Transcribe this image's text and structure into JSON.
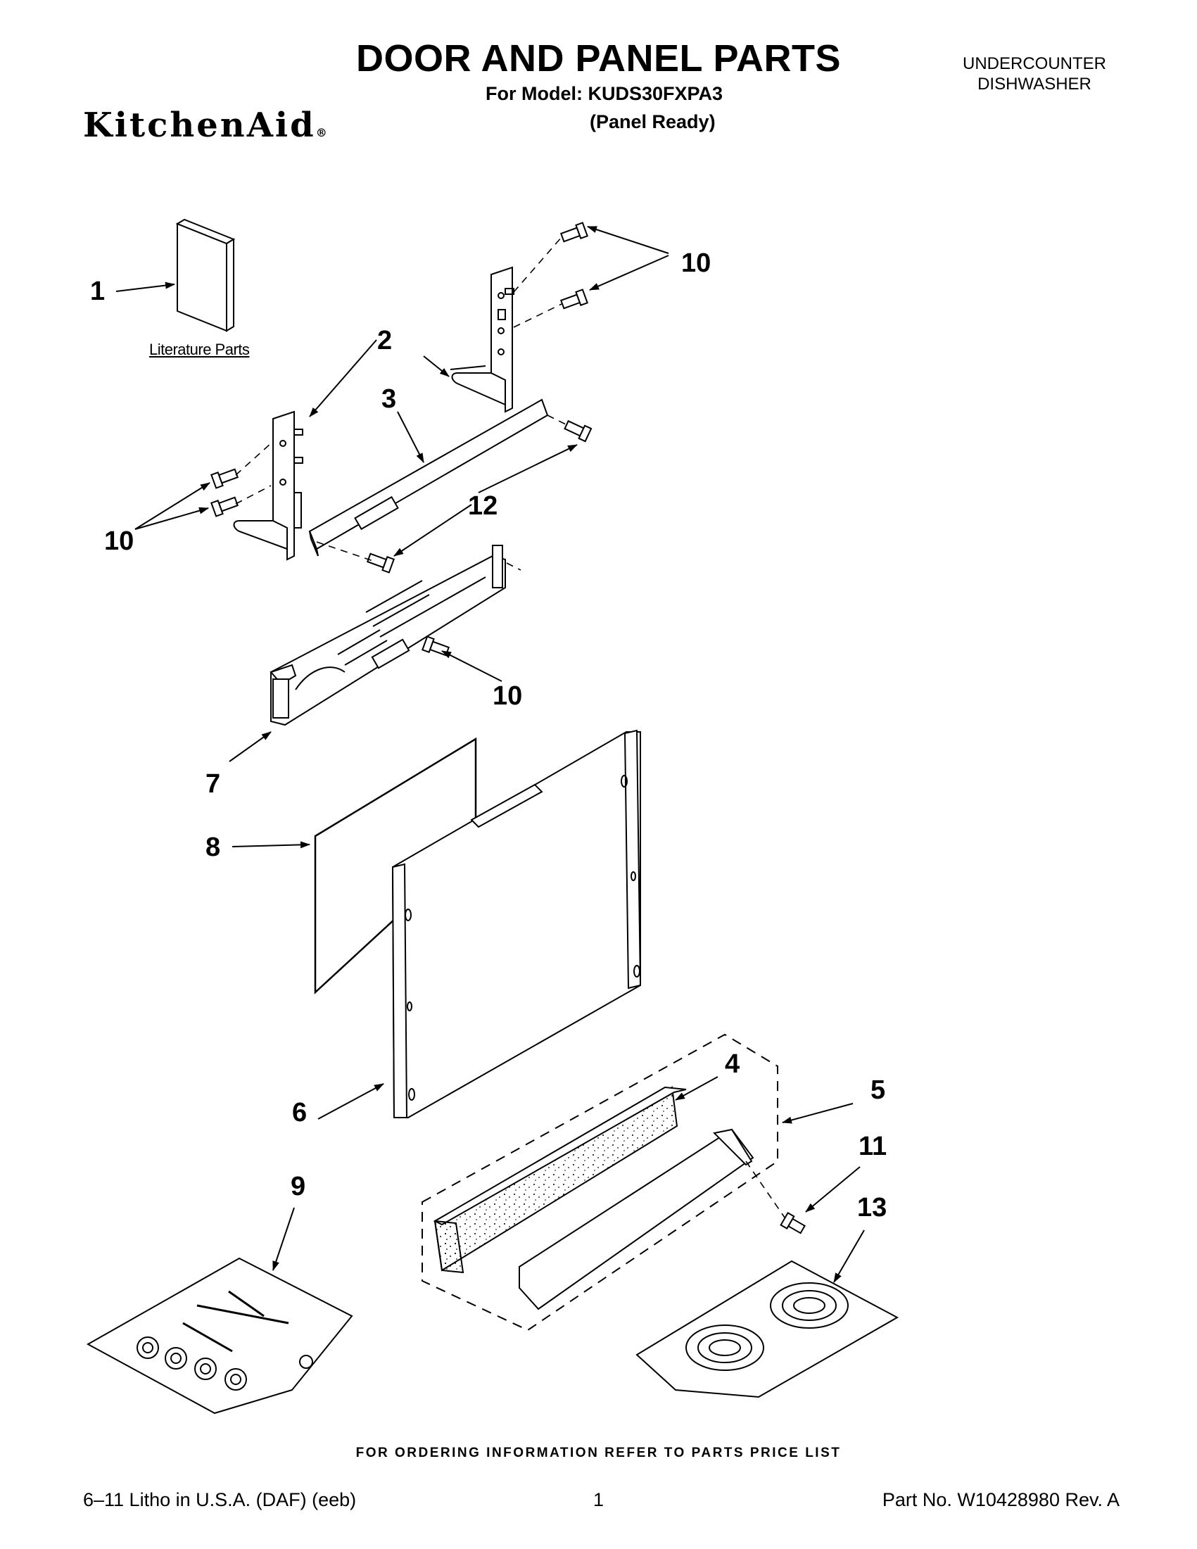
{
  "header": {
    "title": "DOOR AND PANEL PARTS",
    "model_line": "For Model: KUDS30FXPA3",
    "model_note": "(Panel Ready)",
    "category_line1": "UNDERCOUNTER",
    "category_line2": "DISHWASHER",
    "brand": "KitchenAid",
    "brand_mark": "®"
  },
  "diagram": {
    "literature_label": "Literature Parts",
    "callouts": {
      "c1": "1",
      "c2": "2",
      "c3": "3",
      "c4": "4",
      "c5": "5",
      "c6": "6",
      "c7": "7",
      "c8": "8",
      "c9": "9",
      "c10a": "10",
      "c10b": "10",
      "c10c": "10",
      "c11": "11",
      "c12": "12",
      "c13": "13"
    }
  },
  "footer": {
    "order_note": "FOR ORDERING INFORMATION REFER TO PARTS PRICE LIST",
    "left": "6–11 Litho in U.S.A. (DAF) (eeb)",
    "page": "1",
    "part_no": "Part No. W10428980 Rev. A"
  }
}
